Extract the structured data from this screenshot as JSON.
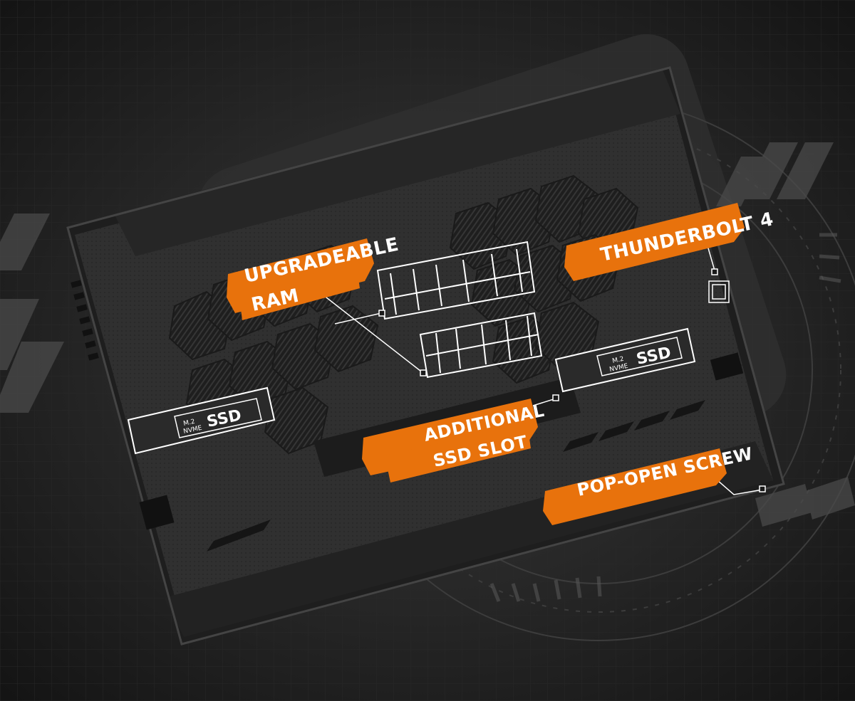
{
  "callouts": {
    "ram": {
      "line1": "UPGRADEABLE",
      "line2": "RAM"
    },
    "thunderbolt": {
      "line1": "THUNDERBOLT 4"
    },
    "ssd_slot": {
      "line1": "ADDITIONAL",
      "line2": "SSD SLOT"
    },
    "screw": {
      "line1": "POP-OPEN SCREW"
    }
  },
  "ssd_left": {
    "small1": "M.2",
    "small2": "NVME",
    "big": "SSD"
  },
  "ssd_right": {
    "small1": "M.2",
    "small2": "NVME",
    "big": "SSD"
  },
  "colors": {
    "accent": "#e8720c",
    "background": "#1a1a1a",
    "chassis": "#2c2c2c",
    "outline": "#ffffff"
  }
}
